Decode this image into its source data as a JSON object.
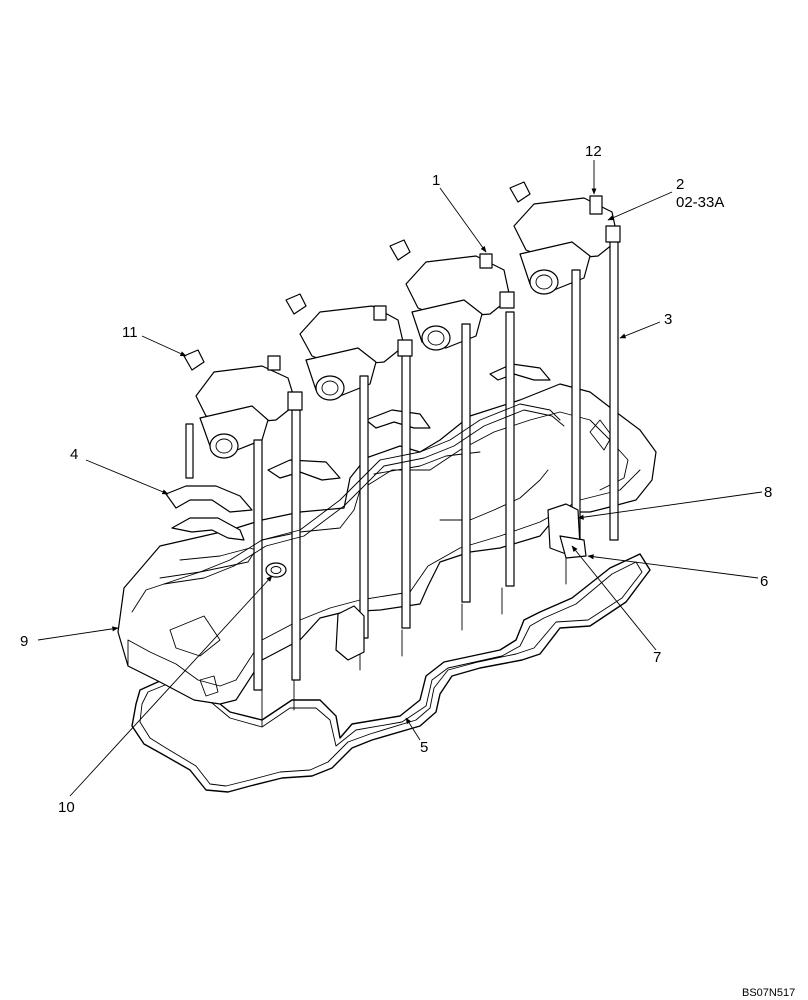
{
  "callouts": [
    {
      "id": "1",
      "label": "1"
    },
    {
      "id": "2",
      "label": "2",
      "sub": "02-33A"
    },
    {
      "id": "3",
      "label": "3"
    },
    {
      "id": "4",
      "label": "4"
    },
    {
      "id": "5",
      "label": "5"
    },
    {
      "id": "6",
      "label": "6"
    },
    {
      "id": "7",
      "label": "7"
    },
    {
      "id": "8",
      "label": "8"
    },
    {
      "id": "9",
      "label": "9"
    },
    {
      "id": "10",
      "label": "10"
    },
    {
      "id": "11",
      "label": "11"
    },
    {
      "id": "12",
      "label": "12"
    }
  ],
  "figure_code": "BS07N517"
}
